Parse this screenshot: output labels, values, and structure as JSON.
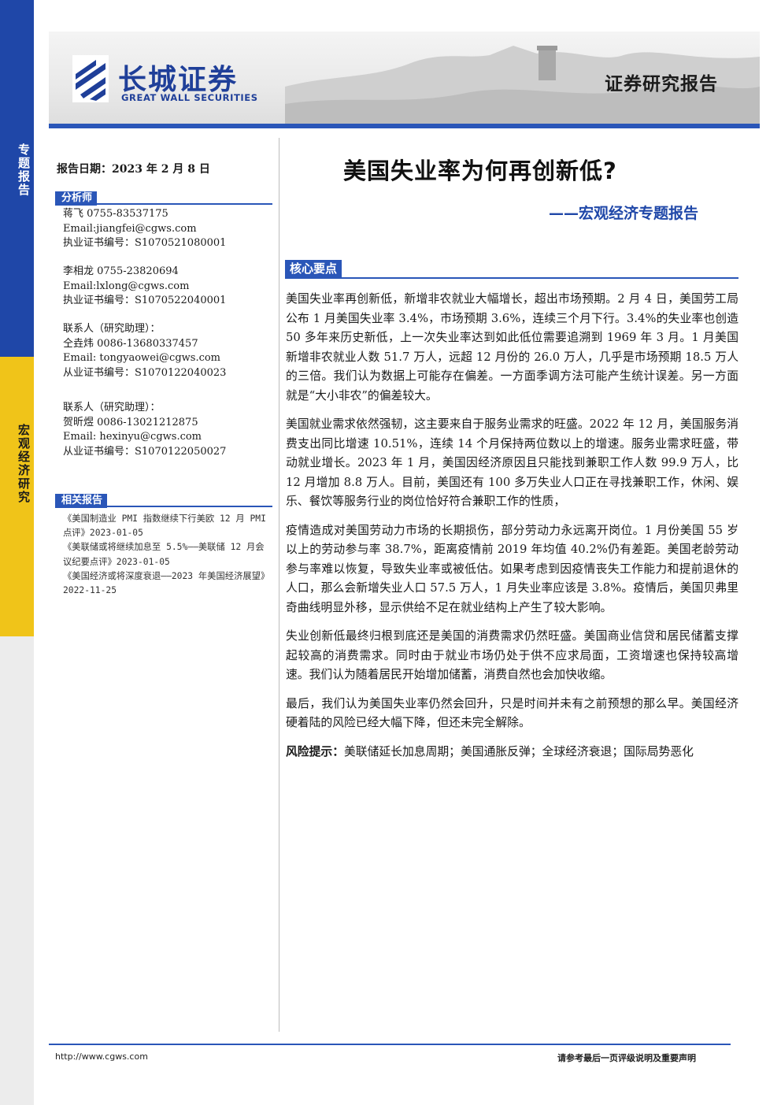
{
  "side": {
    "top_label": "专题报告",
    "mid_label": "宏观经济研究"
  },
  "header": {
    "logo_cn": "长城证券",
    "logo_en": "GREAT WALL SECURITIES",
    "report_type": "证券研究报告"
  },
  "report_date": "报告日期：2023 年 2 月 8 日",
  "analysts_label": "分析师",
  "analysts": [
    {
      "line1": "蒋飞 0755-83537175",
      "line2": "Email:jiangfei@cgws.com",
      "line3": "执业证书编号：S1070521080001"
    },
    {
      "line1": "李相龙 0755-23820694",
      "line2": "Email:lxlong@cgws.com",
      "line3": "执业证书编号：S1070522040001"
    },
    {
      "line0": "联系人（研究助理）：",
      "line1": "仝垚炜 0086-13680337457",
      "line2": "Email: tongyaowei@cgws.com",
      "line3": "从业证书编号：S1070122040023"
    },
    {
      "line0": "联系人（研究助理）：",
      "line1": "贺昕煜 0086-13021212875",
      "line2": "Email: hexinyu@cgws.com",
      "line3": "从业证书编号：S1070122050027"
    }
  ],
  "related_label": "相关报告",
  "related": [
    "《美国制造业 PMI 指数继续下行美欧 12 月 PMI 点评》2023-01-05",
    "《美联储或将继续加息至 5.5%——美联储 12 月会议纪要点评》2023-01-05",
    "《美国经济或将深度衰退——2023 年美国经济展望》2022-11-25"
  ],
  "title": "美国失业率为何再创新低?",
  "subtitle": "——宏观经济专题报告",
  "core_label": "核心要点",
  "paragraphs": [
    "美国失业率再创新低，新增非农就业大幅增长，超出市场预期。2 月 4 日，美国劳工局公布 1 月美国失业率 3.4%，市场预期 3.6%，连续三个月下行。3.4%的失业率也创造 50 多年来历史新低，上一次失业率达到如此低位需要追溯到 1969 年 3 月。1 月美国新增非农就业人数 51.7 万人，远超 12 月份的 26.0 万人，几乎是市场预期 18.5 万人的三倍。我们认为数据上可能存在偏差。一方面季调方法可能产生统计误差。另一方面就是“大小非农”的偏差较大。",
    "美国就业需求依然强韧，这主要来自于服务业需求的旺盛。2022 年 12 月，美国服务消费支出同比增速 10.51%，连续 14 个月保持两位数以上的增速。服务业需求旺盛，带动就业增长。2023 年 1 月，美国因经济原因且只能找到兼职工作人数 99.9 万人，比 12 月增加 8.8 万人。目前，美国还有 100 多万失业人口正在寻找兼职工作，休闲、娱乐、餐饮等服务行业的岗位恰好符合兼职工作的性质，",
    "疫情造成对美国劳动力市场的长期损伤，部分劳动力永远离开岗位。1 月份美国 55 岁以上的劳动参与率 38.7%，距离疫情前 2019 年均值 40.2%仍有差距。美国老龄劳动参与率难以恢复，导致失业率或被低估。如果考虑到因疫情丧失工作能力和提前退休的人口，那么会新增失业人口 57.5 万人，1 月失业率应该是 3.8%。疫情后，美国贝弗里奇曲线明显外移，显示供给不足在就业结构上产生了较大影响。",
    "失业创新低最终归根到底还是美国的消费需求仍然旺盛。美国商业信贷和居民储蓄支撑起较高的消费需求。同时由于就业市场仍处于供不应求局面，工资增速也保持较高增速。我们认为随着居民开始增加储蓄，消费自然也会加快收缩。",
    "最后，我们认为美国失业率仍然会回升，只是时间并未有之前预想的那么早。美国经济硬着陆的风险已经大幅下降，但还未完全解除。"
  ],
  "risk_label": "风险提示：",
  "risk_text": "美联储延长加息周期；美国通胀反弹；全球经济衰退；国际局势恶化",
  "footer": {
    "url": "http://www.cgws.com",
    "note": "请参考最后一页评级说明及重要声明"
  },
  "colors": {
    "brand_blue": "#2a56b8",
    "side_yellow": "#f0c419"
  }
}
